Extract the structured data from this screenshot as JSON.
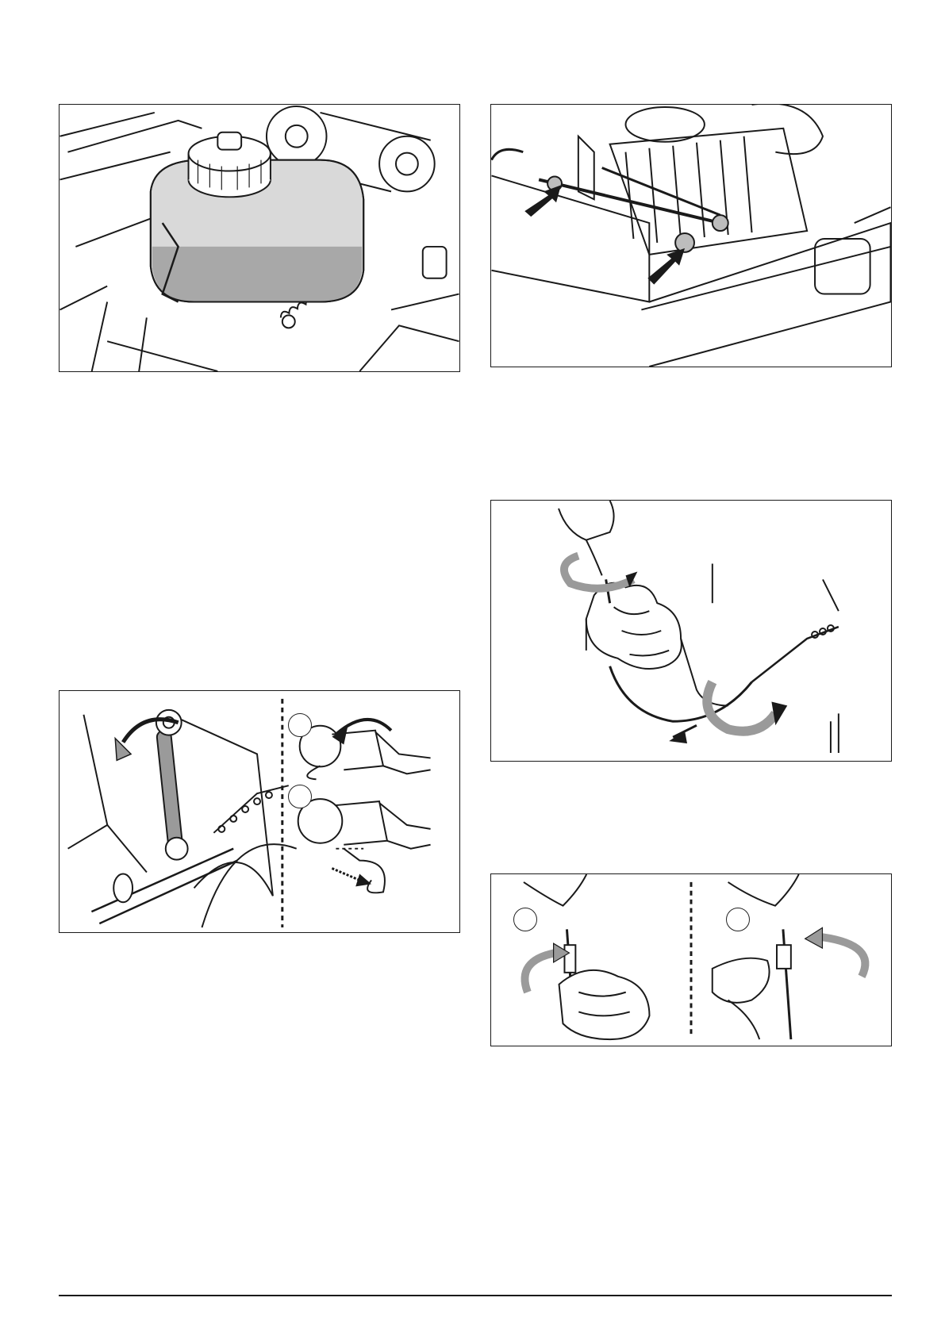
{
  "figures": [
    {
      "id": "fig-tank",
      "icon": "hydraulic-tank-illustration"
    },
    {
      "id": "fig-shift-rods",
      "icon": "shift-rod-ball-joints-illustration",
      "arrows": 2
    },
    {
      "id": "fig-wrench",
      "icon": "wrench-ball-joint-removal-illustration",
      "callouts": []
    },
    {
      "id": "fig-cable-adjust",
      "icon": "cable-adjustment-hands-illustration"
    },
    {
      "id": "fig-cable-lock",
      "icon": "cable-locknut-hands-illustration",
      "callouts": []
    }
  ],
  "colors": {
    "line": "#1a1a1a",
    "tank_fill": "#d9d9d9",
    "tank_shadow": "#a8a8a8",
    "arrow": "#1a1a1a",
    "swirl": "#9a9a9a"
  }
}
